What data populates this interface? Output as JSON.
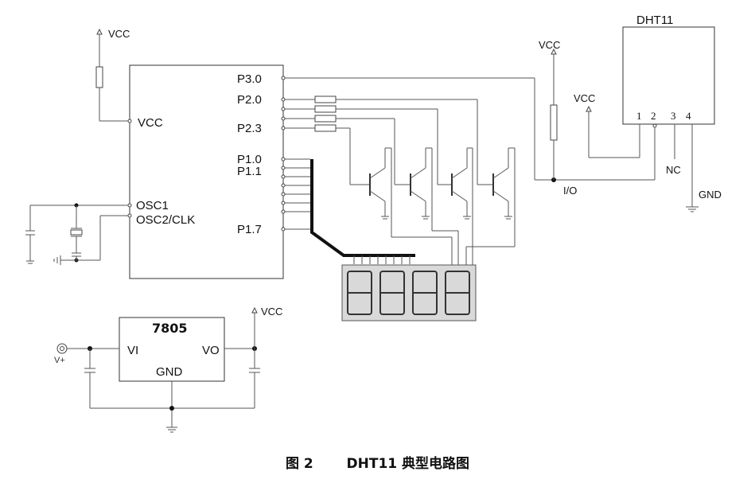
{
  "mcu": {
    "vcc_pin": "VCC",
    "osc1": "OSC1",
    "osc2": "OSC2/CLK",
    "p30": "P3.0",
    "p20": "P2.0",
    "p23": "P2.3",
    "p10": "P1.0",
    "p11": "P1.1",
    "p17": "P1.7"
  },
  "supply": {
    "vcc_top": "VCC",
    "vcc_pullup": "VCC",
    "vcc_sensor": "VCC",
    "vcc_reg": "VCC"
  },
  "dht11": {
    "title": "DHT11",
    "pin1": "1",
    "pin2": "2",
    "pin3": "3",
    "pin4": "4",
    "nc": "NC",
    "gnd": "GND",
    "io": "I/O"
  },
  "regulator": {
    "name": "7805",
    "vi": "VI",
    "vo": "VO",
    "gnd": "GND",
    "vplus": "V+"
  },
  "caption": {
    "fig": "图 2",
    "title": "DHT11 典型电路图"
  }
}
